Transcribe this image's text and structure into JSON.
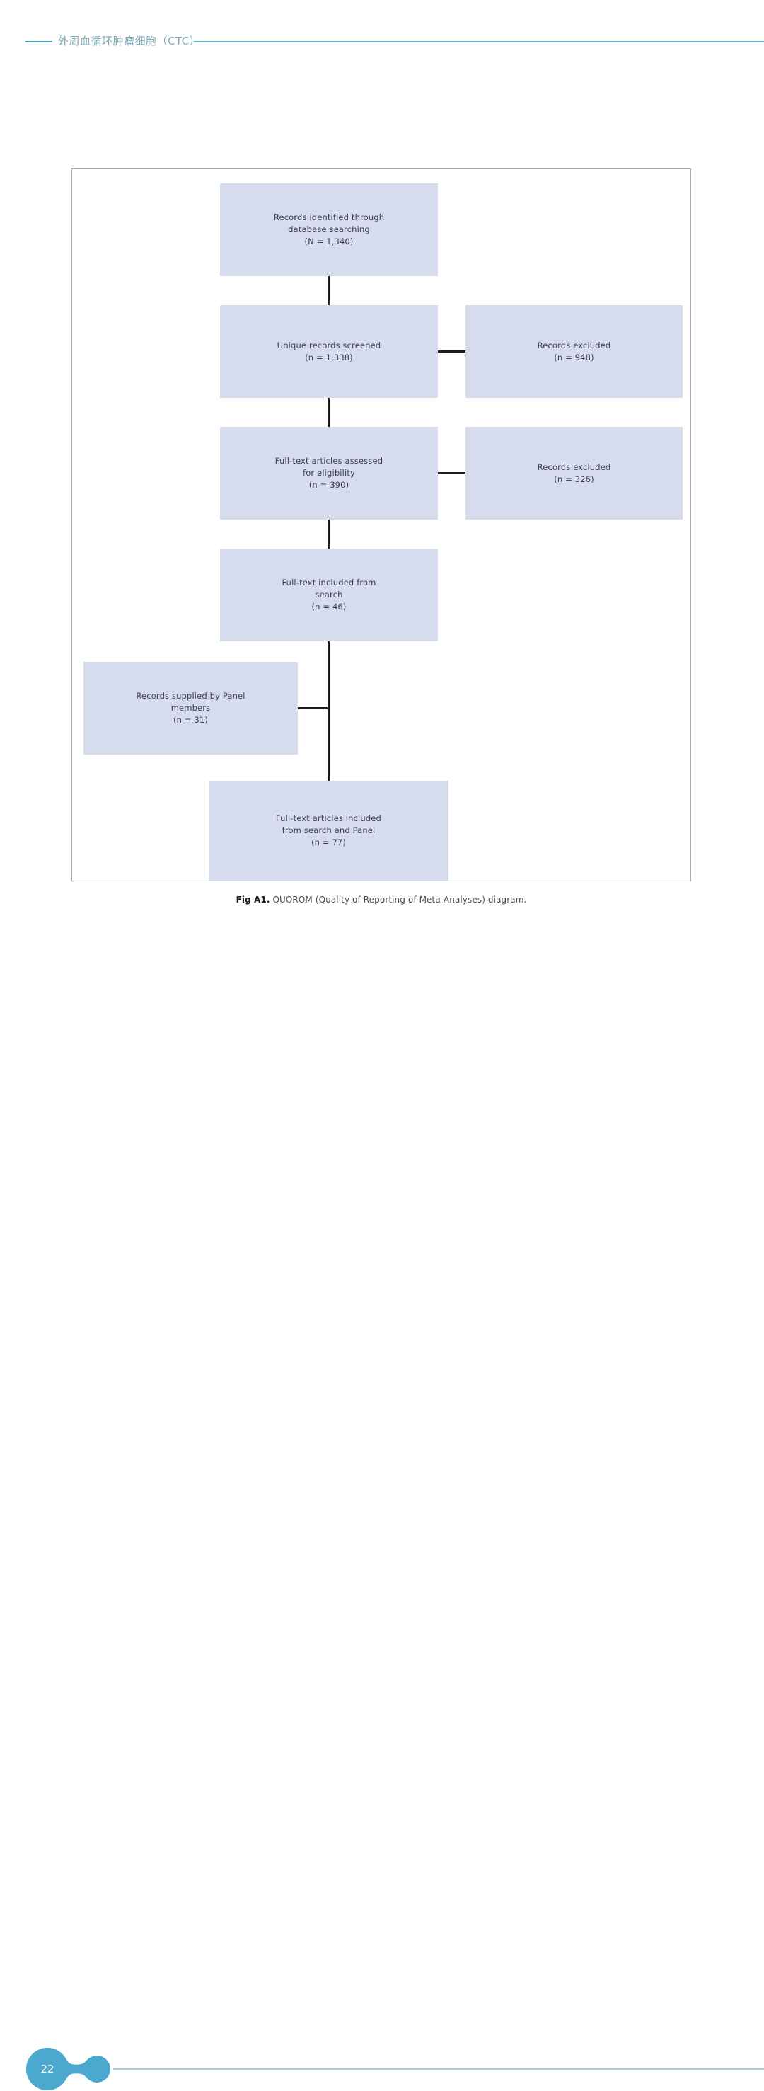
{
  "header": {
    "title": "外周血循环肿瘤细胞（CTC）",
    "rule_color": "#6bb4c9",
    "title_color": "#7fa8b4"
  },
  "figure": {
    "caption_prefix": "Fig A1.",
    "caption_text": " QUOROM (Quality of Reporting of Meta-Analyses) diagram.",
    "node_fill": "#d6dcee",
    "connector_color": "#1c1c1c",
    "frame_border_color": "#a9a9b0"
  },
  "chart_data": {
    "type": "diagram",
    "title": "QUOROM (Quality of Reporting of Meta-Analyses) diagram",
    "nodes": [
      {
        "id": "identified",
        "label": "Records identified through\ndatabase searching\n(N = 1,340)",
        "count": 1340,
        "count_symbol": "N",
        "column": "main",
        "row": 1
      },
      {
        "id": "screened",
        "label": "Unique records screened\n(n = 1,338)",
        "count": 1338,
        "count_symbol": "n",
        "column": "main",
        "row": 2
      },
      {
        "id": "excluded-screening",
        "label": "Records excluded\n(n = 948)",
        "count": 948,
        "count_symbol": "n",
        "column": "right",
        "row": 2
      },
      {
        "id": "assessed",
        "label": "Full-text articles assessed\nfor eligibility\n(n = 390)",
        "count": 390,
        "count_symbol": "n",
        "column": "main",
        "row": 3
      },
      {
        "id": "excluded-eligibility",
        "label": "Records excluded\n(n = 326)",
        "count": 326,
        "count_symbol": "n",
        "column": "right",
        "row": 3
      },
      {
        "id": "included-search",
        "label": "Full-text included from\nsearch\n(n = 46)",
        "count": 46,
        "count_symbol": "n",
        "column": "main",
        "row": 4
      },
      {
        "id": "panel-supplied",
        "label": "Records supplied by Panel\nmembers\n(n = 31)",
        "count": 31,
        "count_symbol": "n",
        "column": "left",
        "row": 5
      },
      {
        "id": "included-total",
        "label": "Full-text articles included\nfrom search and Panel\n(n = 77)",
        "count": 77,
        "count_symbol": "n",
        "column": "main",
        "row": 6
      }
    ],
    "edges": [
      {
        "from": "identified",
        "to": "screened"
      },
      {
        "from": "screened",
        "to": "excluded-screening"
      },
      {
        "from": "screened",
        "to": "assessed"
      },
      {
        "from": "assessed",
        "to": "excluded-eligibility"
      },
      {
        "from": "assessed",
        "to": "included-search"
      },
      {
        "from": "included-search",
        "to": "included-total"
      },
      {
        "from": "panel-supplied",
        "to": "included-total"
      }
    ]
  },
  "footer": {
    "page_number": "22",
    "blob_color": "#4ba8ce",
    "rule_color": "#a8cfdd"
  }
}
